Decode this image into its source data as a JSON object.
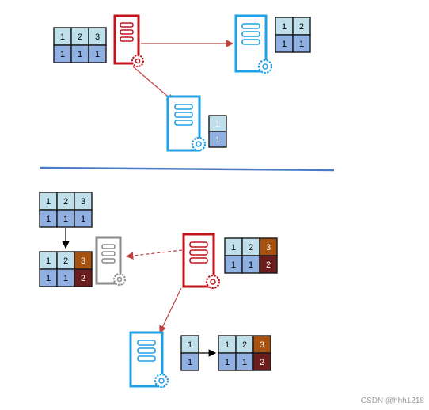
{
  "top": {
    "source_table": {
      "row1": [
        "1",
        "2",
        "3"
      ],
      "row2": [
        "1",
        "1",
        "1"
      ]
    },
    "replica_a_table": {
      "row1": [
        "1",
        "2"
      ],
      "row2": [
        "1",
        "1"
      ]
    },
    "replica_b_table": {
      "row1": [
        "1"
      ],
      "row2": [
        "1"
      ]
    }
  },
  "bottom": {
    "merge_source_table": {
      "row1": [
        "1",
        "2",
        "3"
      ],
      "row2": [
        "1",
        "1",
        "1"
      ]
    },
    "merge_result_table": {
      "row1": [
        "1",
        "2",
        "3"
      ],
      "row2": [
        "1",
        "1",
        "2"
      ]
    },
    "primary_table": {
      "row1": [
        "1",
        "2",
        "3"
      ],
      "row2": [
        "1",
        "1",
        "2"
      ]
    },
    "replica_partial_table": {
      "row1": [
        "1"
      ],
      "row2": [
        "1"
      ]
    },
    "replica_final_table": {
      "row1": [
        "1",
        "2",
        "3"
      ],
      "row2": [
        "1",
        "1",
        "2"
      ]
    }
  },
  "watermark": "CSDN @hhh1218",
  "colors": {
    "primary_server": "#c0131b",
    "replica_server": "#1ea1e6",
    "offline_server": "#8a8a8a",
    "cell_light": "#bfe0ea",
    "cell_mid": "#8fb0e0",
    "cell_new_orange": "#a65110",
    "cell_new_dark": "#6b1c1c",
    "divider": "#4a7bc4",
    "arrow_red": "#c44040"
  }
}
